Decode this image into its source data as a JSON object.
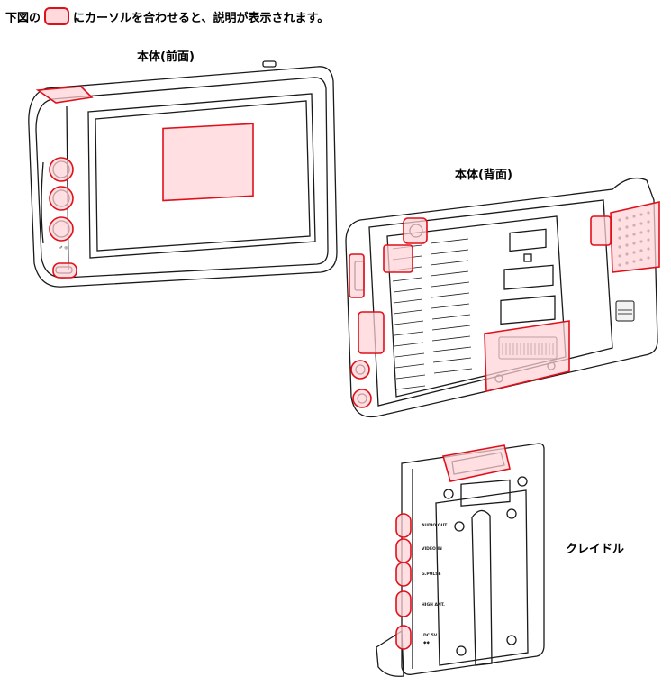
{
  "instruction": {
    "before": "下図の",
    "after": "にカーソルを合わせると、説明が表示されます。"
  },
  "labels": {
    "front": "本体(前面)",
    "back": "本体(背面)",
    "cradle": "クレイドル"
  },
  "cradle_ports": [
    "AUDIO OUT",
    "VIDEO IN",
    "G.PULSE",
    "HIGH ANT.",
    "DC 5V"
  ],
  "colors": {
    "hotspot_stroke": "#e0101a",
    "hotspot_fill": "#ffd2d6"
  }
}
